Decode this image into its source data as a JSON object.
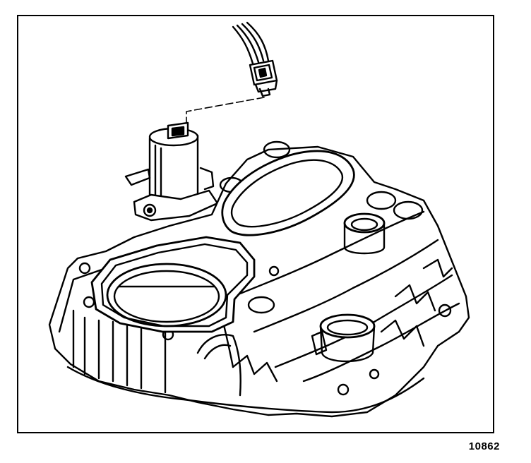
{
  "figure": {
    "id": "10862",
    "ink_color": "#000000",
    "paper_color": "#ffffff"
  },
  "parts": {
    "connector": "connector",
    "wiring": "wiring-harness",
    "sensor": "sensor",
    "manifold": "intake-manifold",
    "throttle_opening": "throttle-body-opening",
    "gasket": "gasket",
    "port": "egr-port",
    "fitting": "fitting"
  }
}
